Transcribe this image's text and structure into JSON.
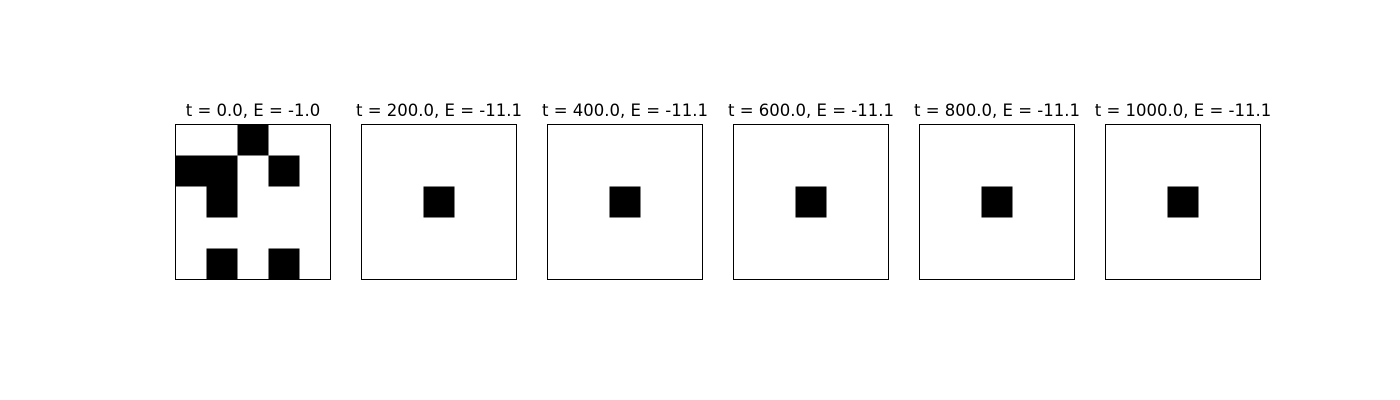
{
  "chart_data": [
    {
      "type": "heatmap",
      "title": "t = 0.0, E = -1.0",
      "grid": [
        [
          0,
          0,
          1,
          0,
          0
        ],
        [
          1,
          1,
          0,
          1,
          0
        ],
        [
          0,
          1,
          0,
          0,
          0
        ],
        [
          0,
          0,
          0,
          0,
          0
        ],
        [
          0,
          1,
          0,
          1,
          0
        ]
      ]
    },
    {
      "type": "heatmap",
      "title": "t = 200.0, E = -11.1",
      "grid": [
        [
          0,
          0,
          0,
          0,
          0
        ],
        [
          0,
          0,
          0,
          0,
          0
        ],
        [
          0,
          0,
          1,
          0,
          0
        ],
        [
          0,
          0,
          0,
          0,
          0
        ],
        [
          0,
          0,
          0,
          0,
          0
        ]
      ]
    },
    {
      "type": "heatmap",
      "title": "t = 400.0, E = -11.1",
      "grid": [
        [
          0,
          0,
          0,
          0,
          0
        ],
        [
          0,
          0,
          0,
          0,
          0
        ],
        [
          0,
          0,
          1,
          0,
          0
        ],
        [
          0,
          0,
          0,
          0,
          0
        ],
        [
          0,
          0,
          0,
          0,
          0
        ]
      ]
    },
    {
      "type": "heatmap",
      "title": "t = 600.0, E = -11.1",
      "grid": [
        [
          0,
          0,
          0,
          0,
          0
        ],
        [
          0,
          0,
          0,
          0,
          0
        ],
        [
          0,
          0,
          1,
          0,
          0
        ],
        [
          0,
          0,
          0,
          0,
          0
        ],
        [
          0,
          0,
          0,
          0,
          0
        ]
      ]
    },
    {
      "type": "heatmap",
      "title": "t = 800.0, E = -11.1",
      "grid": [
        [
          0,
          0,
          0,
          0,
          0
        ],
        [
          0,
          0,
          0,
          0,
          0
        ],
        [
          0,
          0,
          1,
          0,
          0
        ],
        [
          0,
          0,
          0,
          0,
          0
        ],
        [
          0,
          0,
          0,
          0,
          0
        ]
      ]
    },
    {
      "type": "heatmap",
      "title": "t = 1000.0, E = -11.1",
      "grid": [
        [
          0,
          0,
          0,
          0,
          0
        ],
        [
          0,
          0,
          0,
          0,
          0
        ],
        [
          0,
          0,
          1,
          0,
          0
        ],
        [
          0,
          0,
          0,
          0,
          0
        ],
        [
          0,
          0,
          0,
          0,
          0
        ]
      ]
    }
  ],
  "colors": {
    "on": "#000000",
    "off": "#ffffff",
    "frame": "#000000"
  }
}
